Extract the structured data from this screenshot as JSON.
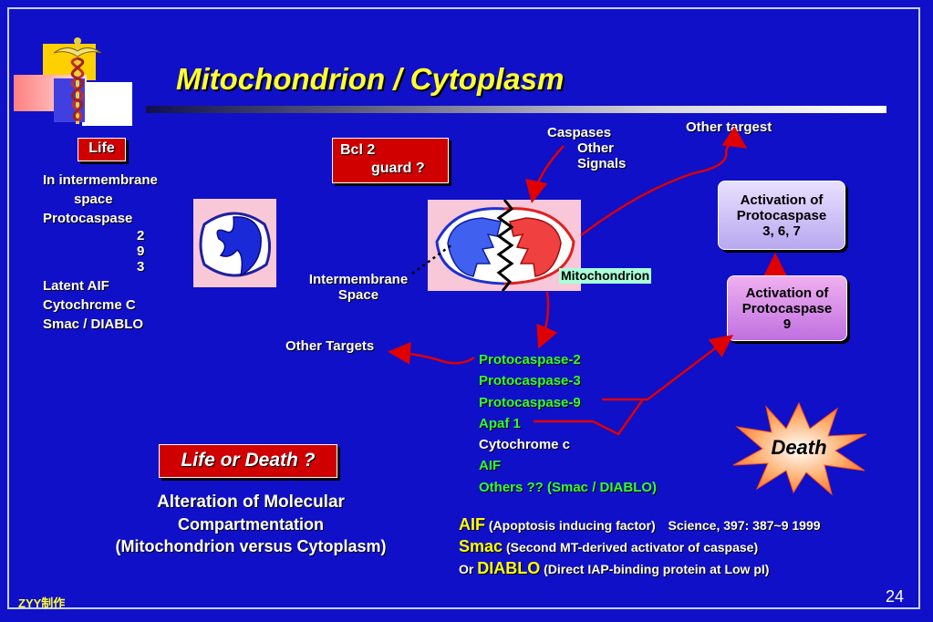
{
  "title": "Mitochondrion / Cytoplasm",
  "life_label": "Life",
  "left_list": {
    "line1": "In intermembrane",
    "line2": "space",
    "line3": "Protocaspase",
    "n1": "2",
    "n2": "9",
    "n3": "3",
    "line4": "Latent AIF",
    "line5": "Cytochrcme C",
    "line6": "Smac / DIABLO"
  },
  "bcl2": {
    "line1": "Bcl 2",
    "line2": "guard ?"
  },
  "caspases": "Caspases",
  "other_signals": {
    "line1": "Other",
    "line2": "Signals"
  },
  "other_targest": "Other targest",
  "activation_367": {
    "line1": "Activation of",
    "line2": "Protocaspase",
    "line3": "3, 6, 7"
  },
  "activation_9": {
    "line1": "Activation of",
    "line2": "Protocaspase",
    "line3": "9"
  },
  "mitochondrion_label": "Mitochondrion",
  "intermembrane": {
    "line1": "Intermembrane",
    "line2": "Space"
  },
  "other_targets": "Other Targets",
  "released": [
    {
      "text": "Protocaspase-2",
      "color": "#33ff33"
    },
    {
      "text": "Protocaspase-3",
      "color": "#33ff33"
    },
    {
      "text": "Protocaspase-9",
      "color": "#33ff33"
    },
    {
      "text": "Apaf 1",
      "color": "#33ff33"
    },
    {
      "text": "Cytochrome c",
      "color": "#ffffff"
    },
    {
      "text": "AIF",
      "color": "#33ff33"
    },
    {
      "text": "Others ??  (Smac / DIABLO)",
      "color": "#33ff33"
    }
  ],
  "death": "Death",
  "life_or_death": "Life or Death ?",
  "alteration": {
    "line1": "Alteration   of   Molecular",
    "line2": "Compartmentation",
    "line3": "(Mitochondrion versus Cytoplasm)"
  },
  "aif_def": {
    "abbr": "AIF",
    "desc": "(Apoptosis inducing factor)",
    "ref": "Science, 397: 387~9 1999"
  },
  "smac_def": {
    "abbr": "Smac",
    "desc": "(Second MT-derived activator of caspase)"
  },
  "diablo_def": {
    "prefix": "Or",
    "abbr": "DIABLO",
    "desc": "(Direct IAP-binding protein at Low pI)"
  },
  "footer": "ZYY制作",
  "page_number": "24",
  "colors": {
    "background": "#1010c8",
    "accent_yellow": "#ffff33",
    "box_red": "#d00000",
    "arrow_red": "#e00000",
    "green": "#33ff33",
    "purple_box": "#c8b0f0"
  }
}
